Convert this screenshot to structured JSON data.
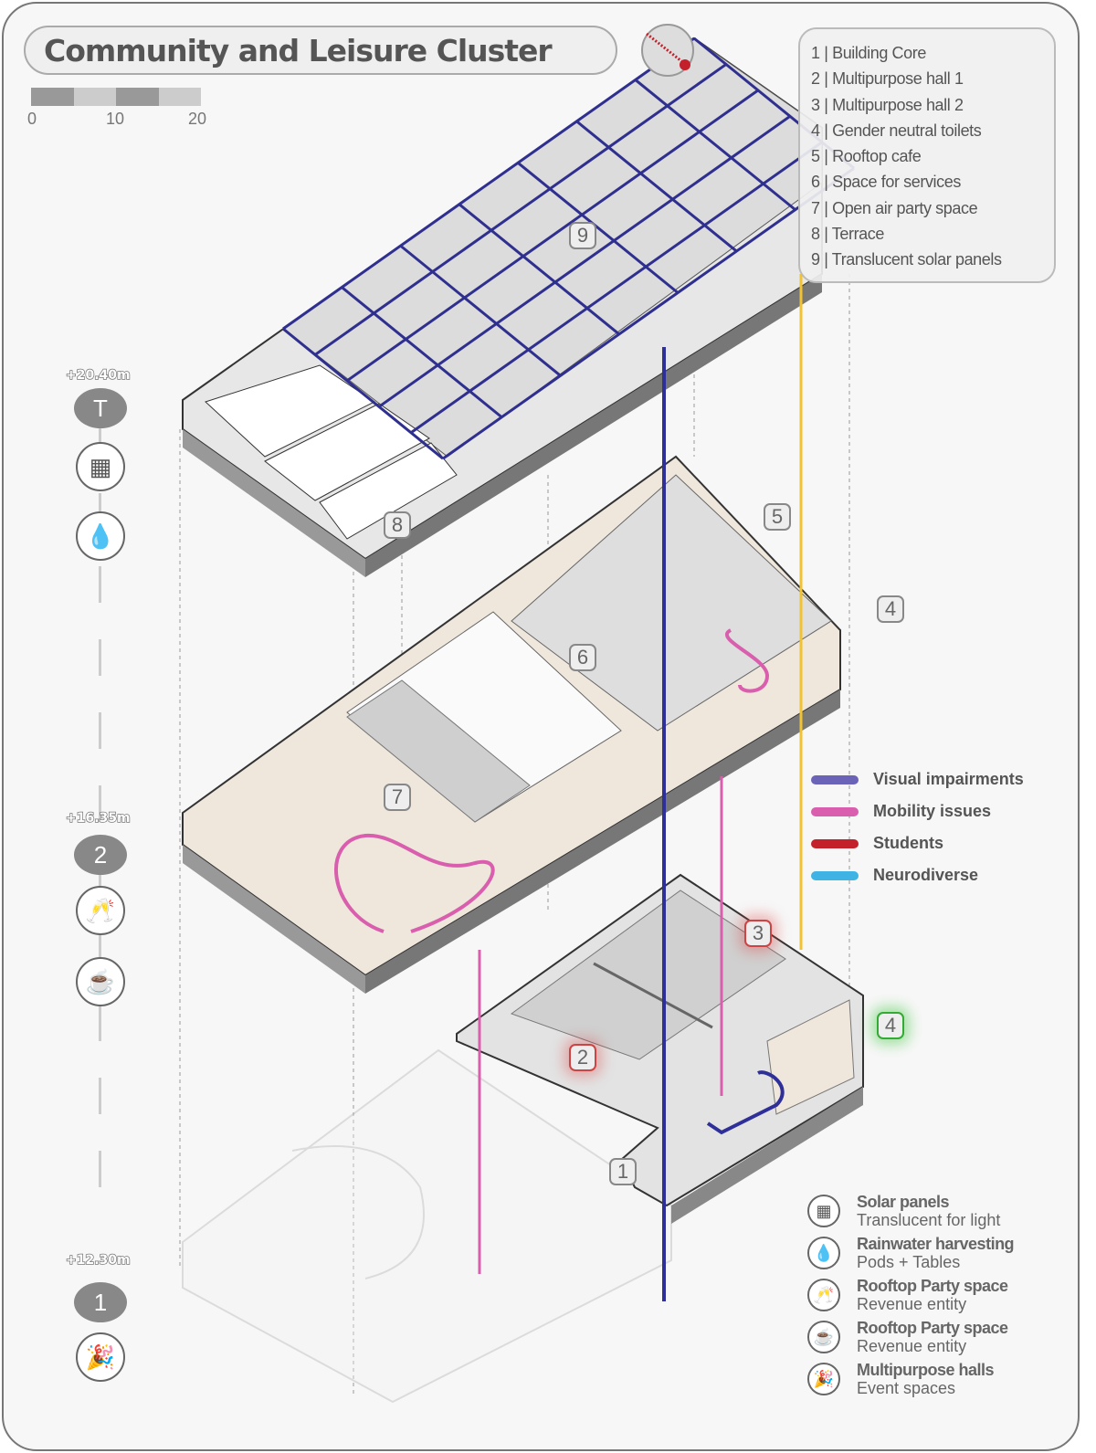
{
  "title": "Community and Leisure Cluster",
  "scale": {
    "labels": [
      "0",
      "10",
      "20"
    ]
  },
  "numbered_legend": [
    "1 | Building Core",
    "2 | Multipurpose hall 1",
    "3 | Multipurpose hall 2",
    "4 | Gender neutral toilets",
    "5 | Rooftop cafe",
    "6 | Space for services",
    "7 | Open air party space",
    "8 | Terrace",
    "9 | Translucent solar panels"
  ],
  "user_legend": [
    {
      "label": "Visual impairments",
      "color": "#6b63b8"
    },
    {
      "label": "Mobility issues",
      "color": "#d95fae"
    },
    {
      "label": "Students",
      "color": "#c4202b"
    },
    {
      "label": "Neurodiverse",
      "color": "#3fb3e3"
    }
  ],
  "levels": [
    {
      "elevation": "+20.40m",
      "icons": [
        "roof-t-icon",
        "solar-panel-icon",
        "water-drop-icon"
      ]
    },
    {
      "elevation": "+16.35m",
      "icons": [
        "level-2-icon",
        "champagne-glasses-icon",
        "coffee-cup-icon"
      ]
    },
    {
      "elevation": "+12.30m",
      "icons": [
        "level-1-icon",
        "party-popper-icon"
      ]
    }
  ],
  "features": [
    {
      "title": "Solar panels",
      "subtitle": "Translucent for light",
      "icon": "solar-panel-icon"
    },
    {
      "title": "Rainwater harvesting",
      "subtitle": "Pods + Tables",
      "icon": "water-drop-icon"
    },
    {
      "title": "Rooftop Party space",
      "subtitle": "Revenue entity",
      "icon": "champagne-glasses-icon"
    },
    {
      "title": "Rooftop Party space",
      "subtitle": "Revenue entity",
      "icon": "coffee-cup-icon"
    },
    {
      "title": "Multipurpose halls",
      "subtitle": "Event spaces",
      "icon": "party-popper-icon"
    }
  ],
  "tags": [
    "1",
    "2",
    "3",
    "4",
    "5",
    "6",
    "7",
    "8",
    "9"
  ],
  "colors": {
    "grid": "#2f2f8f",
    "core_line": "#2f2f9a",
    "yellow_line": "#f2c230",
    "pink_line": "#d95fae"
  }
}
